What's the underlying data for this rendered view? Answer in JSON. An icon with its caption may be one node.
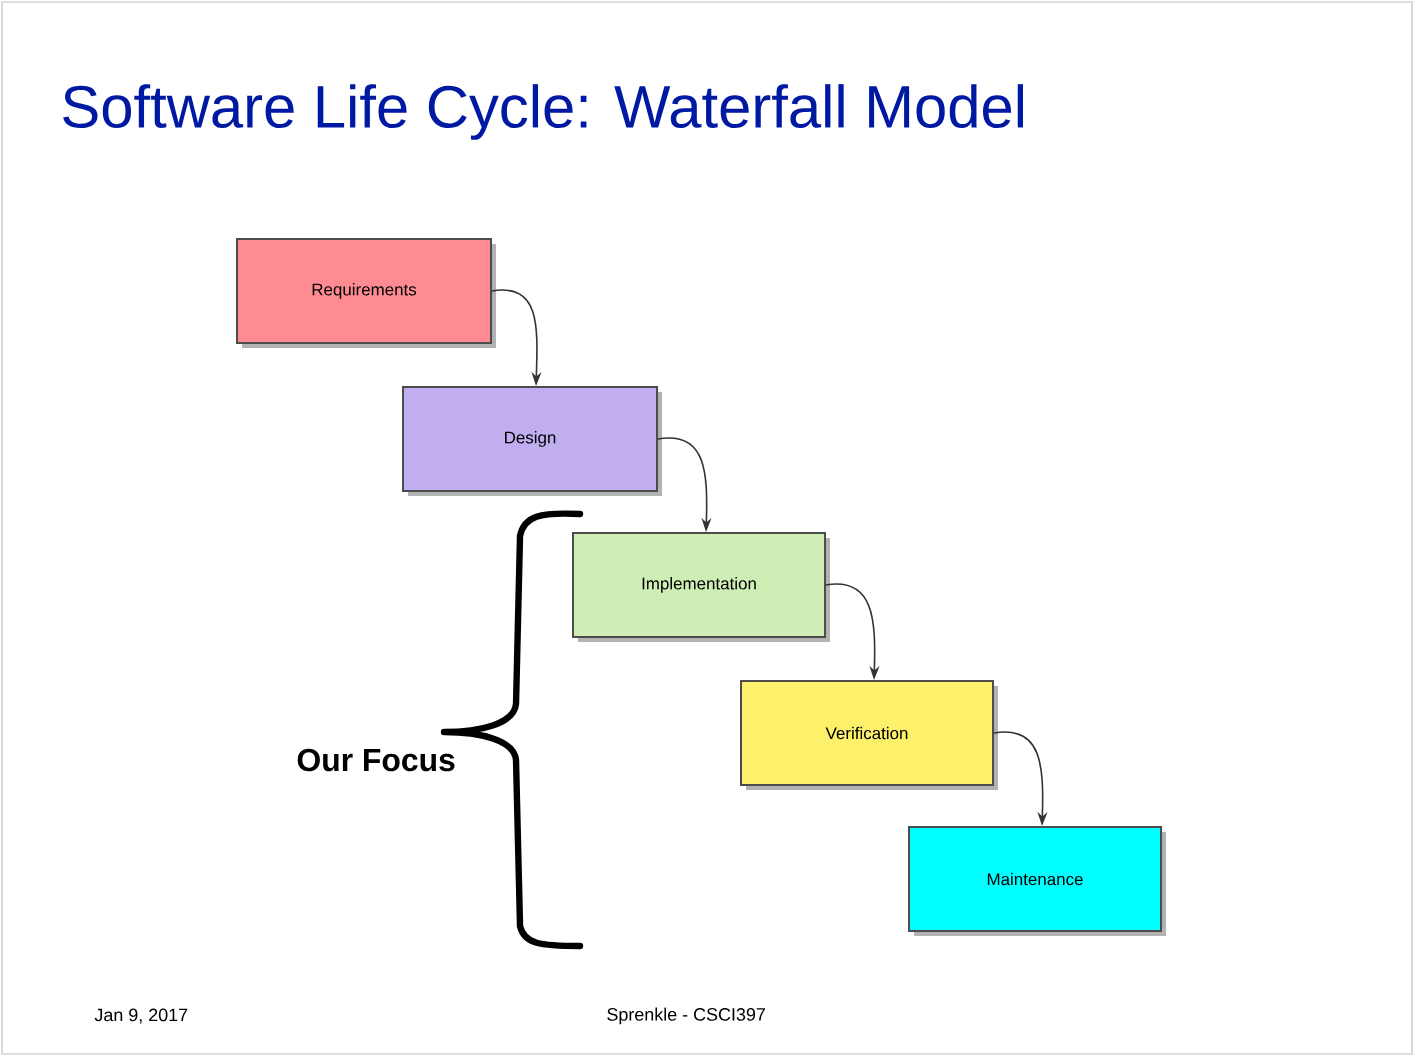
{
  "diagram": {
    "title": "Software Life Cycle: Waterfall Model",
    "nodes": [
      {
        "text": [
          "Requirements"
        ]
      },
      {
        "text": [
          "Design"
        ]
      },
      {
        "text": [
          "Implementation"
        ]
      },
      {
        "text": [
          "Verification"
        ]
      },
      {
        "text": [
          "Maintenance"
        ]
      }
    ],
    "edges": [
      {
        "from": 0,
        "to": 1,
        "arrow": "to"
      },
      {
        "from": 1,
        "to": 2,
        "arrow": "to"
      },
      {
        "from": 2,
        "to": 3,
        "arrow": "to"
      },
      {
        "from": 3,
        "to": 4,
        "arrow": "to"
      }
    ],
    "labels": [
      "Our Focus",
      "Jan 9, 2017",
      "Sprenkle - CSCI397"
    ]
  }
}
